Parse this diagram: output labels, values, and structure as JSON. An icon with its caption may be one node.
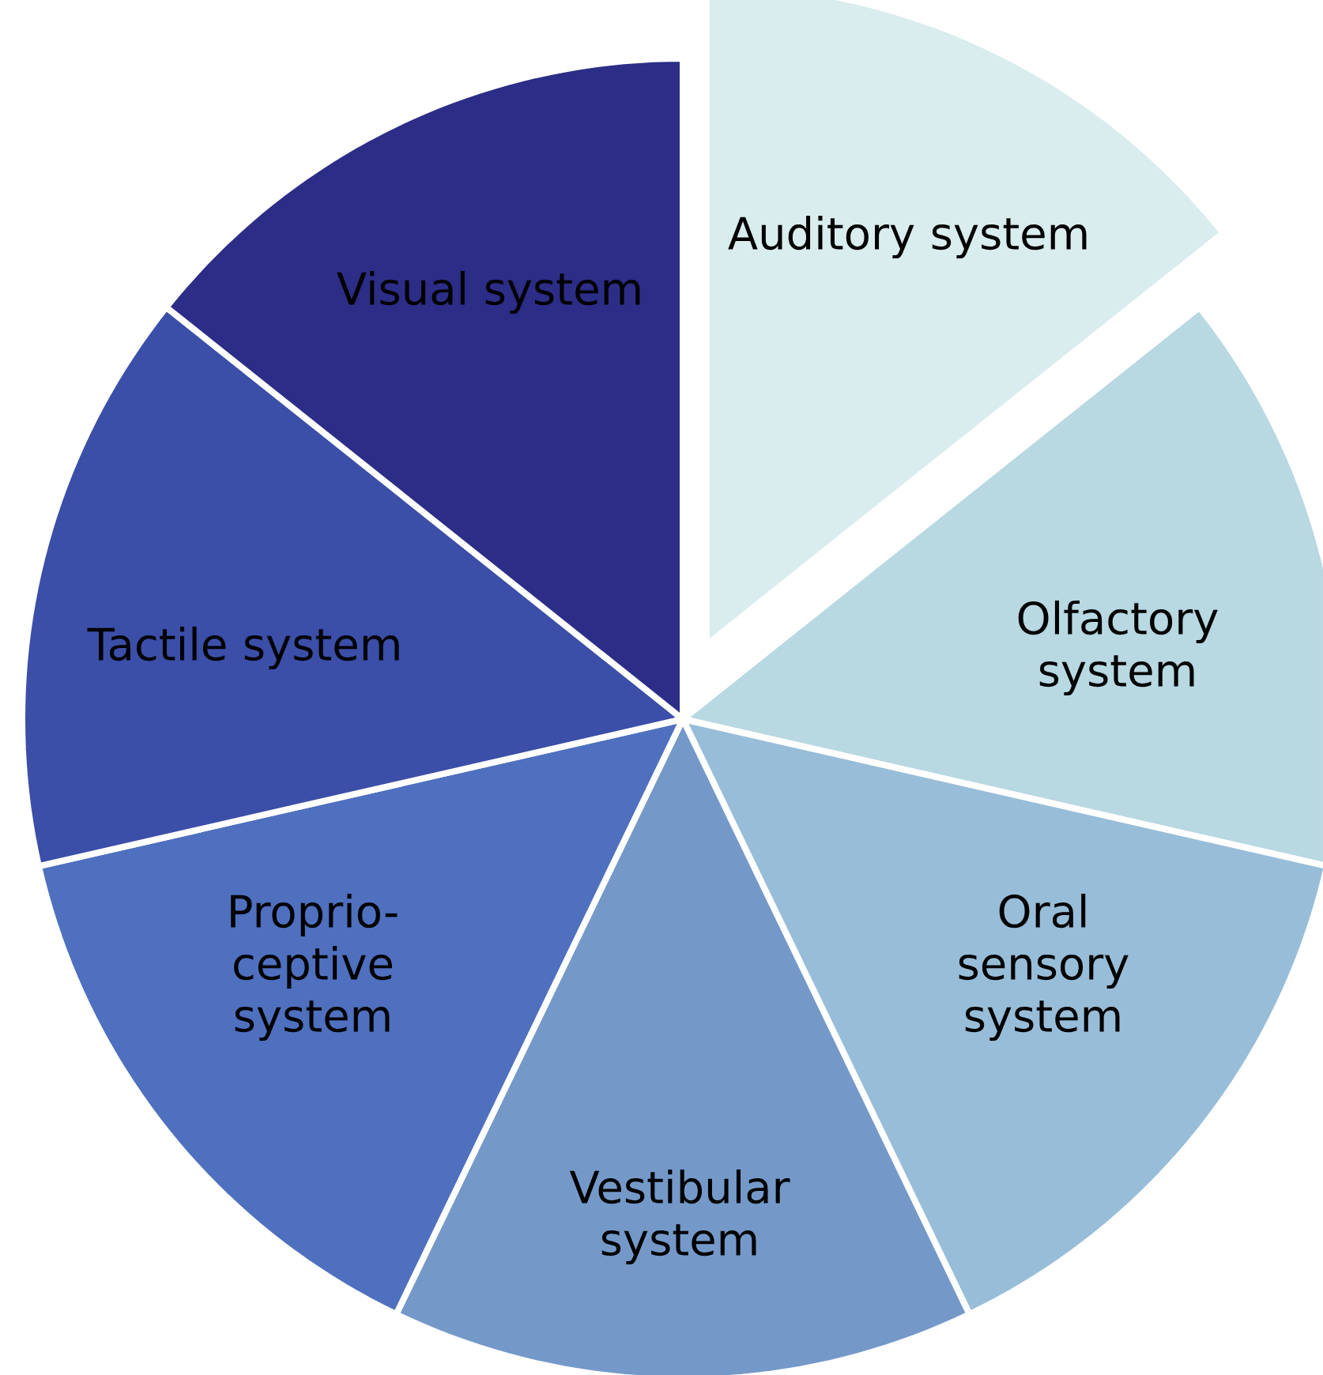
{
  "diagram": {
    "nodes": [
      {
        "text": [
          "Auditory system"
        ]
      },
      {
        "text": [
          "Olfactory system"
        ]
      },
      {
        "text": [
          "Oral sensory system"
        ]
      },
      {
        "text": [
          "Vestibular system"
        ]
      },
      {
        "text": [
          "Proprio-ceptive system"
        ]
      },
      {
        "text": [
          "Tactile system"
        ]
      },
      {
        "text": [
          "Visual system"
        ]
      }
    ]
  }
}
